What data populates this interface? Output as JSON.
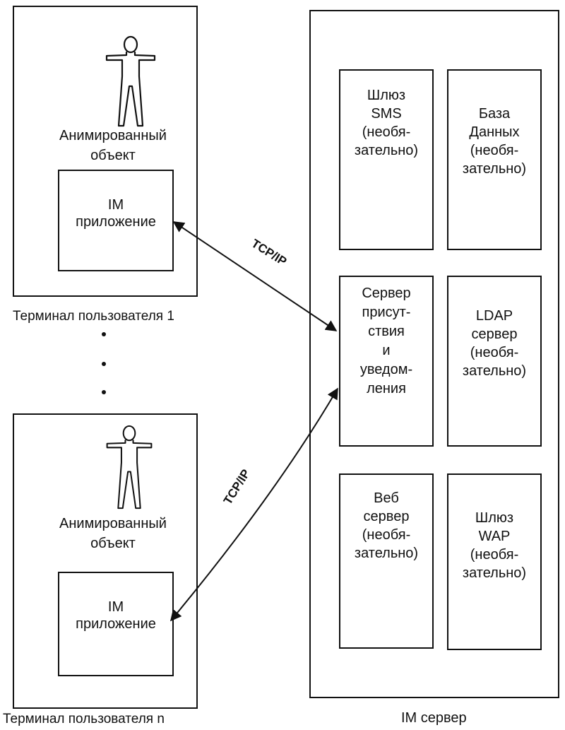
{
  "terminal_1": {
    "caption": "Терминал пользователя 1",
    "animated_object_label": "Анимированный\nобъект",
    "app_label": "IM\nприложение"
  },
  "terminal_n": {
    "caption": "Терминал пользователя n",
    "animated_object_label": "Анимированный\nобъект",
    "app_label": "IM\nприложение"
  },
  "links": {
    "upper": "TCP/IP",
    "lower": "TCP/IP"
  },
  "server": {
    "caption": "IM сервер",
    "modules": [
      {
        "label": "Шлюз\nSMS\n(необя-\nзательно)"
      },
      {
        "label": "База\nДанных\n(необя-\nзательно)"
      },
      {
        "label": "Сервер\nприсут-\nствия\nи\nуведом-\nления"
      },
      {
        "label": "LDAP\nсервер\n(необя-\nзательно)"
      },
      {
        "label": "Веб\nсервер\n(необя-\nзательно)"
      },
      {
        "label": "Шлюз\nWAP\n(необя-\nзательно)"
      }
    ]
  },
  "colors": {
    "ink": "#111111",
    "background": "#ffffff"
  }
}
